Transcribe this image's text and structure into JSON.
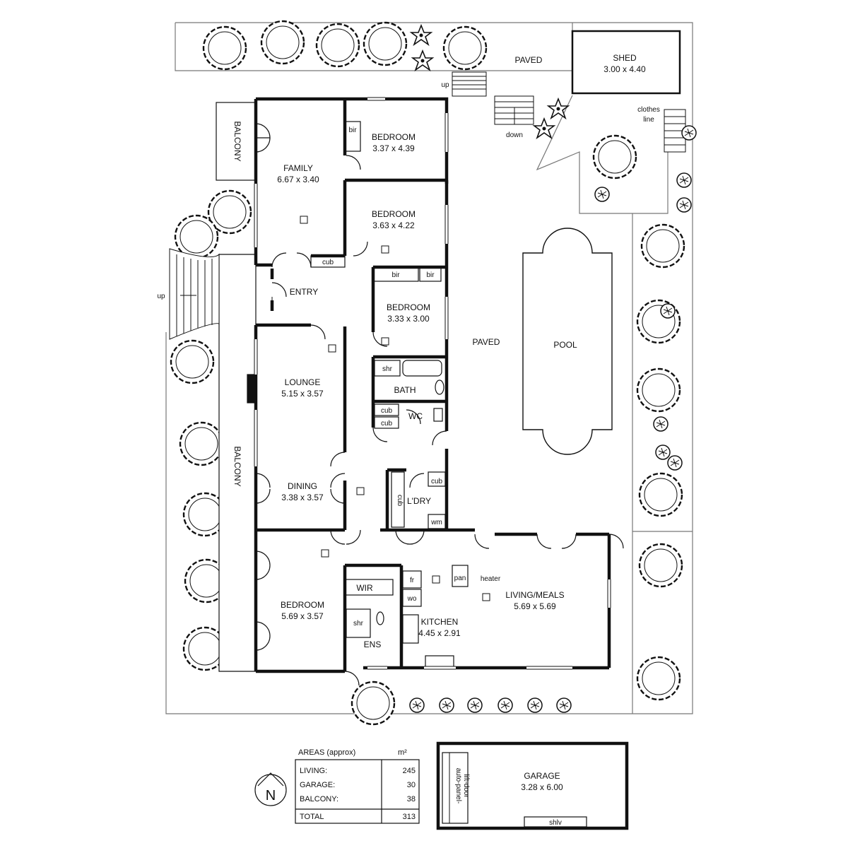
{
  "rooms": {
    "family": {
      "name": "FAMILY",
      "dims": "6.67 x 3.40"
    },
    "bed1": {
      "name": "BEDROOM",
      "dims": "3.37 x 4.39"
    },
    "bed2": {
      "name": "BEDROOM",
      "dims": "3.63 x 4.22"
    },
    "bed3": {
      "name": "BEDROOM",
      "dims": "3.33 x 3.00"
    },
    "lounge": {
      "name": "LOUNGE",
      "dims": "5.15 x 3.57"
    },
    "dining": {
      "name": "DINING",
      "dims": "3.38 x 3.57"
    },
    "bed4": {
      "name": "BEDROOM",
      "dims": "5.69 x 3.57"
    },
    "kitchen": {
      "name": "KITCHEN",
      "dims": "4.45 x 2.91"
    },
    "living": {
      "name": "LIVING/MEALS",
      "dims": "5.69 x 5.69"
    },
    "shed": {
      "name": "SHED",
      "dims": "3.00 x 4.40"
    },
    "garage": {
      "name": "GARAGE",
      "dims": "3.28 x 6.00"
    }
  },
  "labels": {
    "entry": "ENTRY",
    "bath": "BATH",
    "wc": "WC",
    "ldry": "L'DRY",
    "wir": "WIR",
    "ens": "ENS",
    "pool": "POOL",
    "paved_top": "PAVED",
    "paved_mid": "PAVED",
    "balcony_top": "BALCONY",
    "balcony_side": "BALCONY",
    "clothes1": "clothes",
    "clothes2": "line",
    "down": "down",
    "up_top": "up",
    "up_left": "up",
    "heater": "heater",
    "pan": "pan",
    "fr": "fr",
    "wo": "wo",
    "wm": "wm",
    "shlv": "shlv",
    "auto1": "auto-panel-",
    "auto2": "lift-door",
    "bir1": "bir",
    "bir2": "bir",
    "bir3": "bir",
    "cub1": "cub",
    "cub2": "cub",
    "cub3": "cub",
    "cub4": "cub",
    "cub5": "cub",
    "shr1": "shr",
    "shr2": "shr",
    "north": "N"
  },
  "areas": {
    "title": "AREAS (approx)",
    "unit": "m²",
    "rows": [
      {
        "label": "LIVING:",
        "value": "245"
      },
      {
        "label": "GARAGE:",
        "value": "30"
      },
      {
        "label": "BALCONY:",
        "value": "38"
      }
    ],
    "total_label": "TOTAL",
    "total_value": "313"
  }
}
